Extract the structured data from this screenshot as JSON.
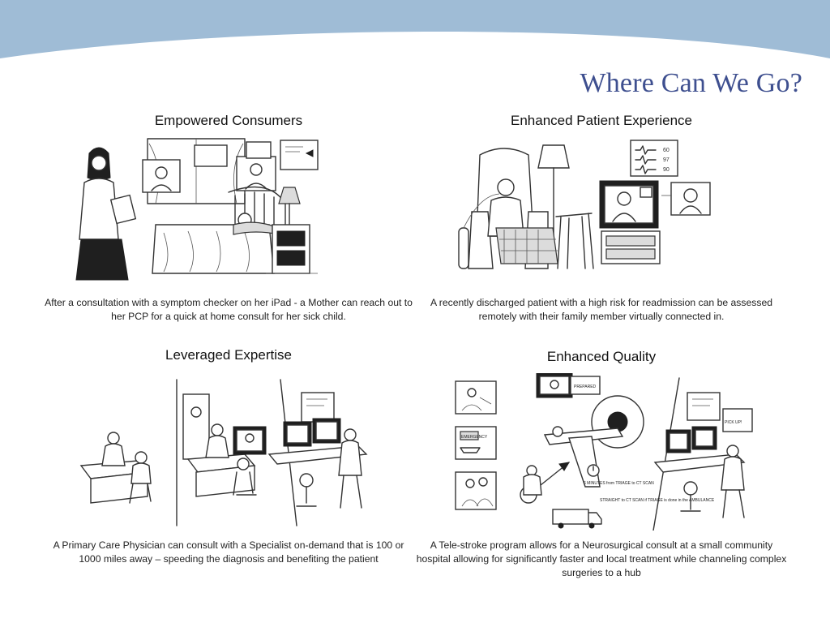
{
  "slide": {
    "title": "Where Can We Go?",
    "header_band_color": "#9fbcd6",
    "title_color": "#3e4f8f"
  },
  "panels": [
    {
      "heading": "Empowered Consumers",
      "caption": "After a consultation with a symptom checker on her iPad - a Mother can reach out to her PCP for a quick at home consult for her sick child."
    },
    {
      "heading": "Enhanced Patient Experience",
      "caption": "A recently discharged patient with a high risk for readmission can be assessed remotely with their family member virtually connected in."
    },
    {
      "heading": "Leveraged Expertise",
      "caption": "A Primary Care Physician can consult with a Specialist on-demand that is 100 or 1000 miles away – speeding the diagnosis and benefiting the patient"
    },
    {
      "heading": "Enhanced Quality",
      "caption": "A Tele-stroke program allows for a Neurosurgical consult at a small community hospital allowing for significantly faster and local treatment while channeling complex surgeries to a hub",
      "sketch_notes": {
        "timer": "6 MINUTES from TRIAGE to CT SCAN",
        "ct_note": "STRAIGHT to CT SCAN if TRIAGE is done in the AMBULANCE",
        "sign": "EMERGENCY",
        "screen_tag": "PREPARED",
        "pickup_tag": "PICK UP!"
      }
    }
  ],
  "sketch_vitals": [
    "60",
    "97",
    "90"
  ]
}
